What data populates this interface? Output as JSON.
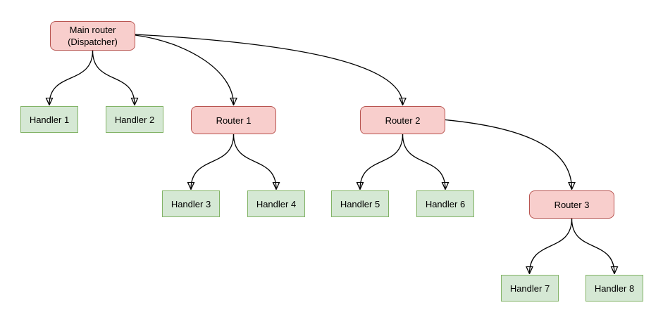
{
  "diagram": {
    "type": "tree-flow-diagram",
    "nodes": {
      "main_router": {
        "line1": "Main router",
        "line2": "(Dispatcher)",
        "kind": "router"
      },
      "router1": {
        "label": "Router 1",
        "kind": "router"
      },
      "router2": {
        "label": "Router 2",
        "kind": "router"
      },
      "router3": {
        "label": "Router 3",
        "kind": "router"
      },
      "handler1": {
        "label": "Handler 1",
        "kind": "handler"
      },
      "handler2": {
        "label": "Handler 2",
        "kind": "handler"
      },
      "handler3": {
        "label": "Handler 3",
        "kind": "handler"
      },
      "handler4": {
        "label": "Handler 4",
        "kind": "handler"
      },
      "handler5": {
        "label": "Handler 5",
        "kind": "handler"
      },
      "handler6": {
        "label": "Handler 6",
        "kind": "handler"
      },
      "handler7": {
        "label": "Handler 7",
        "kind": "handler"
      },
      "handler8": {
        "label": "Handler 8",
        "kind": "handler"
      }
    },
    "edges": [
      {
        "from": "Main router (Dispatcher)",
        "to": "Handler 1"
      },
      {
        "from": "Main router (Dispatcher)",
        "to": "Handler 2"
      },
      {
        "from": "Main router (Dispatcher)",
        "to": "Router 1"
      },
      {
        "from": "Main router (Dispatcher)",
        "to": "Router 2"
      },
      {
        "from": "Router 1",
        "to": "Handler 3"
      },
      {
        "from": "Router 1",
        "to": "Handler 4"
      },
      {
        "from": "Router 2",
        "to": "Handler 5"
      },
      {
        "from": "Router 2",
        "to": "Handler 6"
      },
      {
        "from": "Router 2",
        "to": "Router 3"
      },
      {
        "from": "Router 3",
        "to": "Handler 7"
      },
      {
        "from": "Router 3",
        "to": "Handler 8"
      }
    ],
    "colors": {
      "router_fill": "#f8cecc",
      "router_border": "#b85450",
      "handler_fill": "#d5e8d4",
      "handler_border": "#82b366",
      "edge": "#000000",
      "background": "#ffffff"
    }
  }
}
